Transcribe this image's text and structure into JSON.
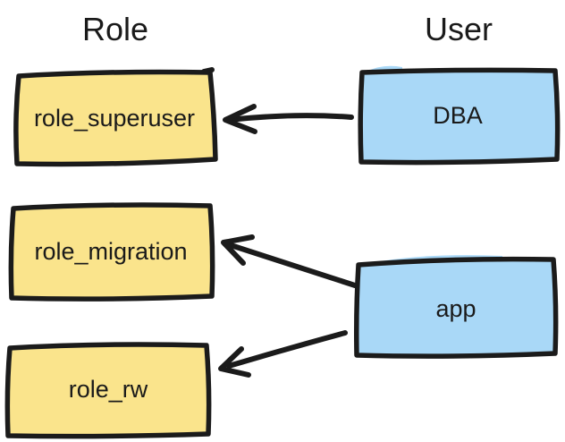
{
  "diagram": {
    "background": "#ffffff",
    "stroke_color": "#1b1b1b",
    "columns": {
      "role": {
        "label": "Role"
      },
      "user": {
        "label": "User"
      }
    },
    "nodes": {
      "role_superuser": {
        "label": "role_superuser",
        "type": "role",
        "fill": "#FAE48C"
      },
      "role_migration": {
        "label": "role_migration",
        "type": "role",
        "fill": "#FAE48C"
      },
      "role_rw": {
        "label": "role_rw",
        "type": "role",
        "fill": "#FAE48C"
      },
      "dba": {
        "label": "DBA",
        "type": "user",
        "fill": "#A9D8F7"
      },
      "app": {
        "label": "app",
        "type": "user",
        "fill": "#A9D8F7"
      }
    },
    "edges": [
      {
        "from": "DBA",
        "to": "role_superuser"
      },
      {
        "from": "app",
        "to": "role_migration"
      },
      {
        "from": "app",
        "to": "role_rw"
      }
    ]
  }
}
